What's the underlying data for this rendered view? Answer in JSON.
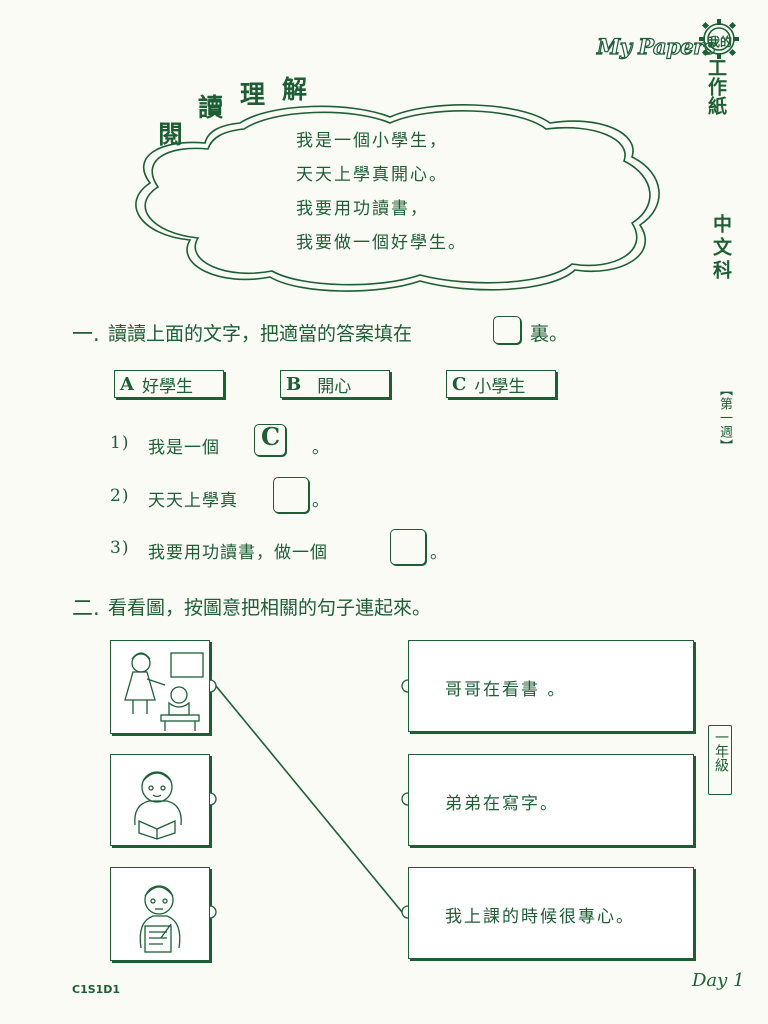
{
  "logo": {
    "brand": "My Papers",
    "gear_text": "我的",
    "title_vertical": "工作紙"
  },
  "subject": "中文科",
  "week": "【第一週】",
  "grade": "一年級",
  "section_title": [
    "閱",
    "讀",
    "理",
    "解"
  ],
  "poem": [
    "我是一個小學生，",
    "天天上學真開心。",
    "我要用功讀書，",
    "我要做一個好學生。"
  ],
  "part1": {
    "heading_prefix": "一.",
    "heading_before_box": "讀讀上面的文字，把適當的答案填在",
    "heading_after_box": "裏。",
    "options": [
      {
        "letter": "A",
        "text": "好學生"
      },
      {
        "letter": "B",
        "text": "開心"
      },
      {
        "letter": "C",
        "text": "小學生"
      }
    ],
    "items": [
      {
        "num": "1)",
        "text": "我是一個",
        "answer": "C",
        "suffix": "。"
      },
      {
        "num": "2)",
        "text": "天天上學真",
        "answer": "",
        "suffix": "。"
      },
      {
        "num": "3)",
        "text": "我要用功讀書，做一個",
        "answer": "",
        "suffix": "。"
      }
    ]
  },
  "part2": {
    "heading_prefix": "二.",
    "heading": "看看圖，按圖意把相關的句子連起來。",
    "pictures": [
      "teacher-and-student-icon",
      "boy-reading-icon",
      "boy-writing-icon"
    ],
    "sentences": [
      "哥哥在看書 。",
      "弟弟在寫字。",
      "我上課的時候很專心。"
    ]
  },
  "footer": {
    "code": "C1S1D1",
    "day": "Day 1"
  }
}
